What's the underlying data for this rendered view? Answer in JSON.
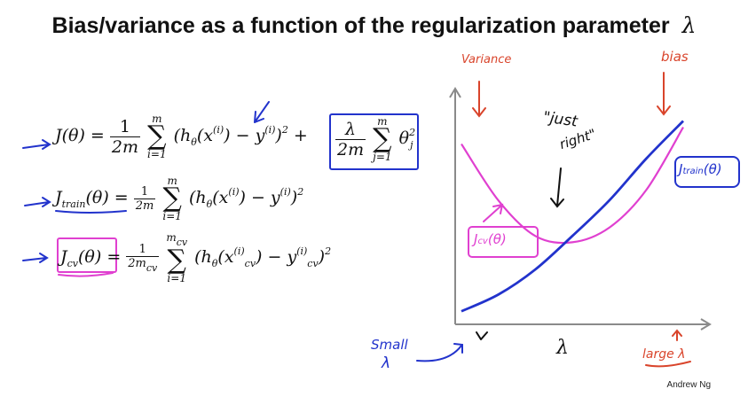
{
  "slide": {
    "title": "Bias/variance as a function of the regularization parameter",
    "title_symbol": "λ",
    "credit": "Andrew Ng"
  },
  "equations": {
    "j_theta": {
      "lhs": "J(θ) =",
      "frac_num": "1",
      "frac_den": "2m",
      "sum_top": "m",
      "sum_bot": "i=1",
      "body": "(h",
      "reg_frac_num": "λ",
      "reg_frac_den": "2m",
      "reg_sum_top": "m",
      "reg_sum_bot": "j=1"
    },
    "j_train": {
      "lhs_main": "J",
      "lhs_sub": "train",
      "lhs_rest": "(θ) =",
      "frac_num": "1",
      "frac_den": "2m",
      "sum_top": "m",
      "sum_bot": "i=1"
    },
    "j_cv": {
      "lhs_main": "J",
      "lhs_sub": "cv",
      "lhs_rest": "(θ)",
      "eq": "=",
      "frac_num": "1",
      "frac_den": "2m",
      "den_sub": "cv",
      "sum_top": "m",
      "sum_top_sub": "cv",
      "sum_bot": "i=1"
    }
  },
  "annotations": {
    "variance": "Variance",
    "bias": "bias",
    "just_right_1": "\"just",
    "just_right_2": "right\"",
    "jtrain_label": "J",
    "jtrain_sub": "train",
    "jtrain_rest": "(θ)",
    "jcv_label": "J",
    "jcv_sub": "cv",
    "jcv_rest": "(θ)",
    "small_1": "Small",
    "small_2": "λ",
    "x_axis_symbol": "λ",
    "large": "large λ"
  },
  "colors": {
    "pink_curve": "#e040d0",
    "blue_curve": "#2233cc",
    "red_ink": "#d9442b",
    "axis": "#8a8a8a"
  },
  "chart_data": {
    "type": "line",
    "xlabel": "λ",
    "series": [
      {
        "name": "J_cv(θ)",
        "values": [
          0.82,
          0.55,
          0.38,
          0.35,
          0.42,
          0.6,
          0.9
        ]
      },
      {
        "name": "J_train(θ)",
        "values": [
          0.02,
          0.1,
          0.22,
          0.38,
          0.55,
          0.75,
          0.93
        ]
      }
    ],
    "x": [
      0,
      1,
      2,
      3,
      4,
      5,
      6
    ],
    "ylim": [
      0,
      1
    ],
    "grid": false
  }
}
